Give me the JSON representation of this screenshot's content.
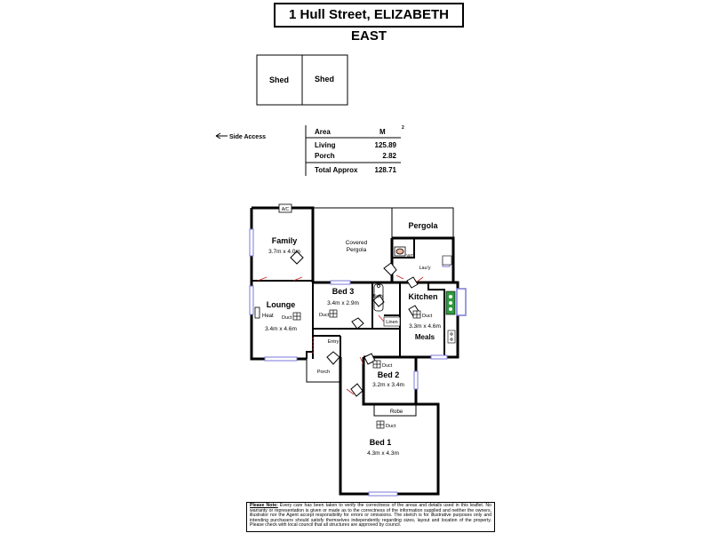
{
  "title": "1 Hull Street, ELIZABETH EAST",
  "side_access": "Side Access",
  "sheds": [
    "Shed",
    "Shed"
  ],
  "area_table": {
    "header_label": "Area",
    "header_unit": "M",
    "header_sup": "2",
    "rows": [
      {
        "label": "Living",
        "value": "125.89"
      },
      {
        "label": "Porch",
        "value": "2.82"
      }
    ],
    "total_label": "Total Approx",
    "total_value": "128.71"
  },
  "rooms": {
    "family": {
      "name": "Family",
      "size": "3.7m x 4.0m"
    },
    "covered_pergola_line1": "Covered",
    "covered_pergola_line2": "Pergola",
    "pergola": "Pergola",
    "ac": "A/C",
    "wc": "WC",
    "laundry": "Lau'y",
    "lounge": {
      "name": "Lounge",
      "size": "3.4m x 4.6m",
      "heat": "Heat",
      "duct": "Duct"
    },
    "bed3": {
      "name": "Bed 3",
      "size": "3.4m x 2.9m",
      "duct": "Duct"
    },
    "bath": "Bath",
    "linen": "Linen",
    "kitchen": {
      "name": "Kitchen",
      "duct": "Duct",
      "size": "3.3m x 4.6m",
      "meals": "Meals"
    },
    "entry": "Entry",
    "porch": "Porch",
    "bed2": {
      "name": "Bed 2",
      "size": "3.2m x 3.4m",
      "duct": "Duct"
    },
    "robe": "Robe",
    "bed1": {
      "name": "Bed 1",
      "size": "4.3m x 4.3m",
      "duct": "Duct"
    }
  },
  "note": {
    "label": "Please Note:",
    "text": "Every care has been taken to verify the correctness of the areas and details used in this leaflet. No warranty or representation is given or made as to the correctness of the information supplied and neither the owners, illustrator nor the Agent accept responsibility for errors or omissions. The sketch is for illustrative purposes only and intending purchasers should satisfy themselves independently regarding sizes, layout and location of the property. Please check with local council that all structures are approved by council."
  },
  "colors": {
    "wall": "#000000",
    "window": "#7a7ad8",
    "door_arc": "#cc2222",
    "stove": "#2e9a3e"
  }
}
